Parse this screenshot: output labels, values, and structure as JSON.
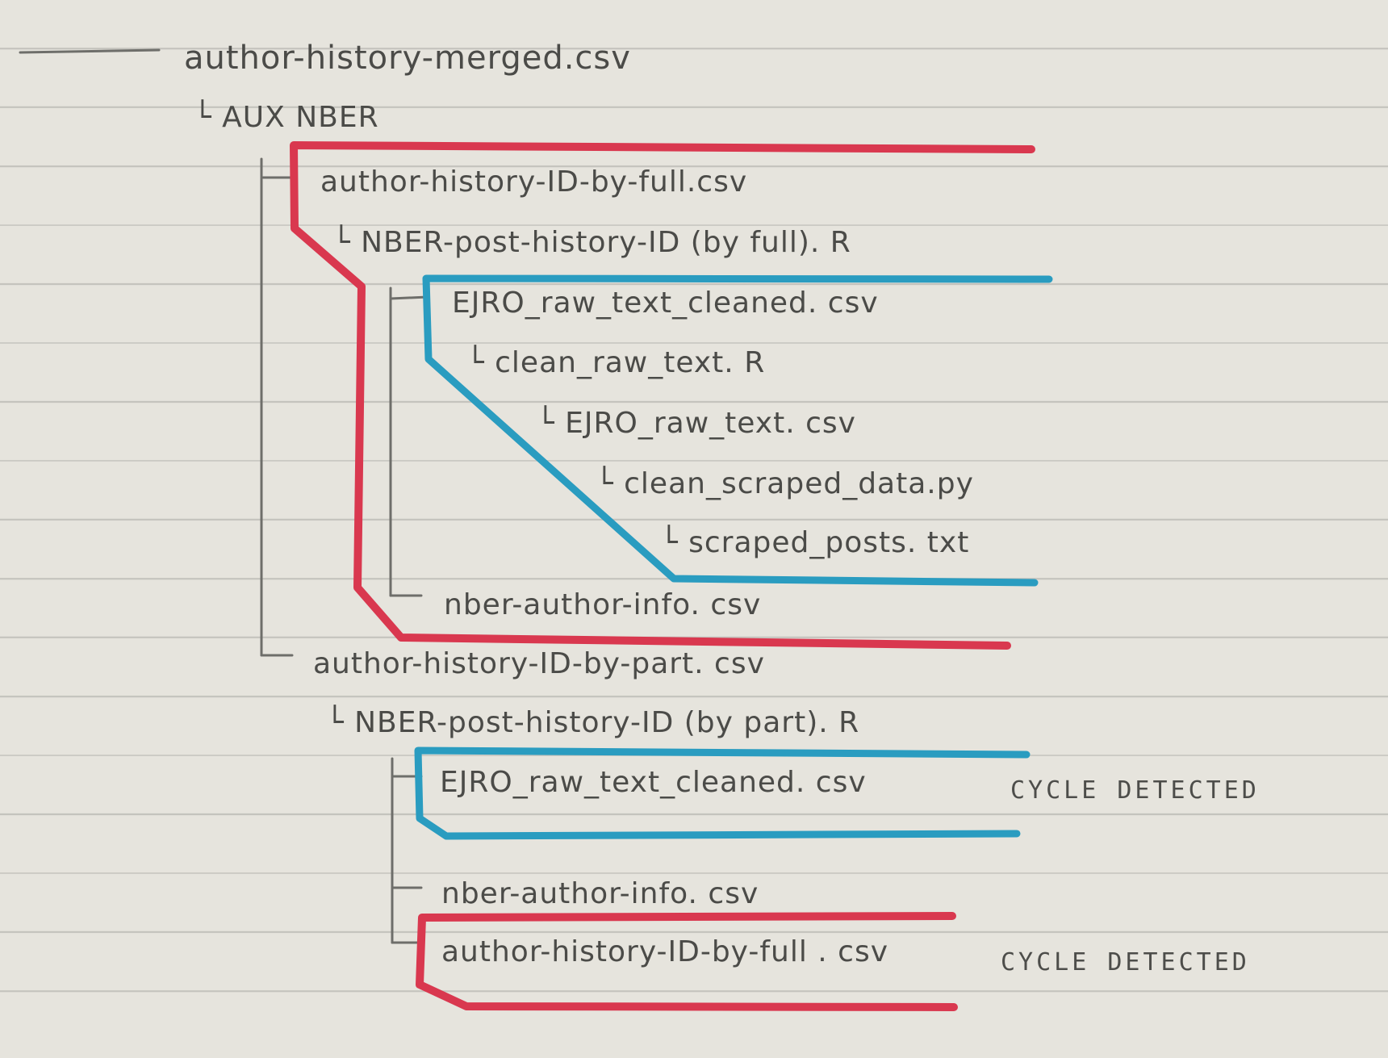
{
  "tree": {
    "root": "author-history-merged.csv",
    "nodes": [
      {
        "id": "aux",
        "text": "AUX NBER"
      },
      {
        "id": "full_csv",
        "text": "author-history-ID-by-full.csv"
      },
      {
        "id": "full_r",
        "text": "NBER-post-history-ID (by full). R"
      },
      {
        "id": "ejro_clean_1",
        "text": "EJRO_raw_text_cleaned. csv"
      },
      {
        "id": "clean_raw_text",
        "text": "clean_raw_text. R"
      },
      {
        "id": "ejro_raw",
        "text": "EJRO_raw_text. csv"
      },
      {
        "id": "clean_scraped",
        "text": "clean_scraped_data.py"
      },
      {
        "id": "scraped_posts",
        "text": "scraped_posts. txt"
      },
      {
        "id": "nber_info_1",
        "text": "nber-author-info. csv"
      },
      {
        "id": "part_csv",
        "text": "author-history-ID-by-part. csv"
      },
      {
        "id": "part_r",
        "text": "NBER-post-history-ID (by part). R"
      },
      {
        "id": "ejro_clean_2",
        "text": "EJRO_raw_text_cleaned. csv"
      },
      {
        "id": "nber_info_2",
        "text": "nber-author-info. csv"
      },
      {
        "id": "full_csv_2",
        "text": "author-history-ID-by-full . csv"
      }
    ],
    "notes": [
      "CYCLE DETECTED",
      "CYCLE DETECTED"
    ]
  },
  "colors": {
    "paper": "#e6e4dd",
    "rule": "#c4c3bd",
    "pencil": "#6e6e6a",
    "ink": "#4b4b48",
    "red_marker": "#d9384f",
    "blue_marker": "#2a9cc0"
  }
}
